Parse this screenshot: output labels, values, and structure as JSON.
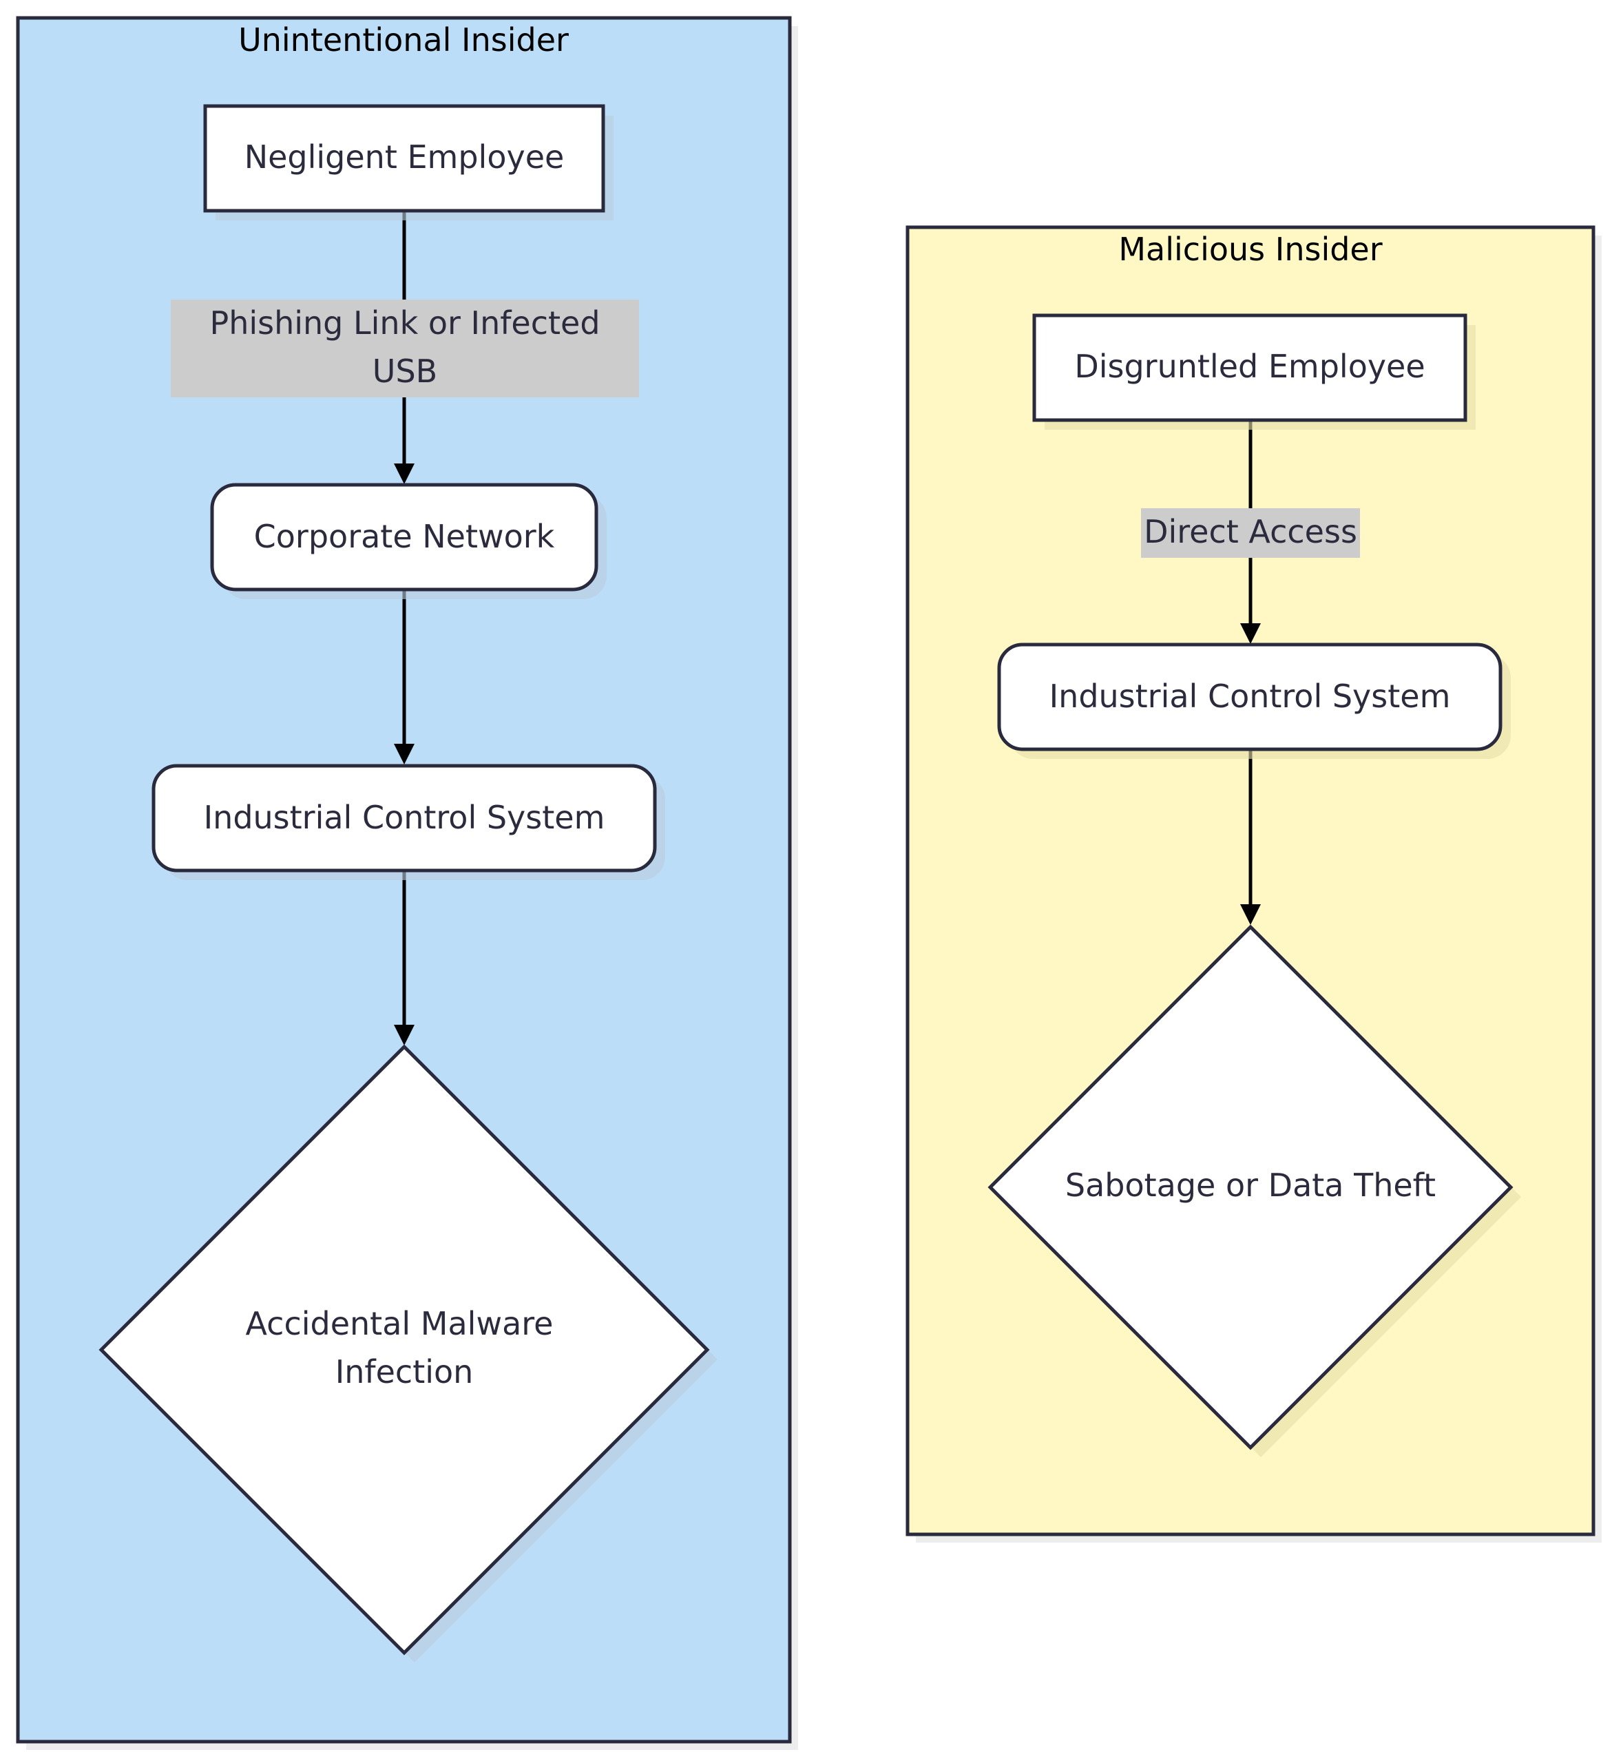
{
  "colors": {
    "unintentional_fill": "#bcddf7",
    "malicious_fill": "#fff8c4",
    "node_fill": "#ffffff",
    "stroke": "#2a2a3e",
    "edge_label_bg": "#cccccc",
    "text": "#2b2b3d"
  },
  "groups": {
    "unintentional": {
      "title": "Unintentional Insider",
      "nodes": {
        "negligent": "Negligent Employee",
        "corporate": "Corporate Network",
        "ics": "Industrial Control System",
        "outcome_line1": "Accidental Malware",
        "outcome_line2": "Infection"
      },
      "edges": {
        "phishing_line1": "Phishing Link or Infected",
        "phishing_line2": "USB"
      }
    },
    "malicious": {
      "title": "Malicious Insider",
      "nodes": {
        "disgruntled": "Disgruntled Employee",
        "ics": "Industrial Control System",
        "outcome": "Sabotage or Data Theft"
      },
      "edges": {
        "direct_access": "Direct Access"
      }
    }
  }
}
